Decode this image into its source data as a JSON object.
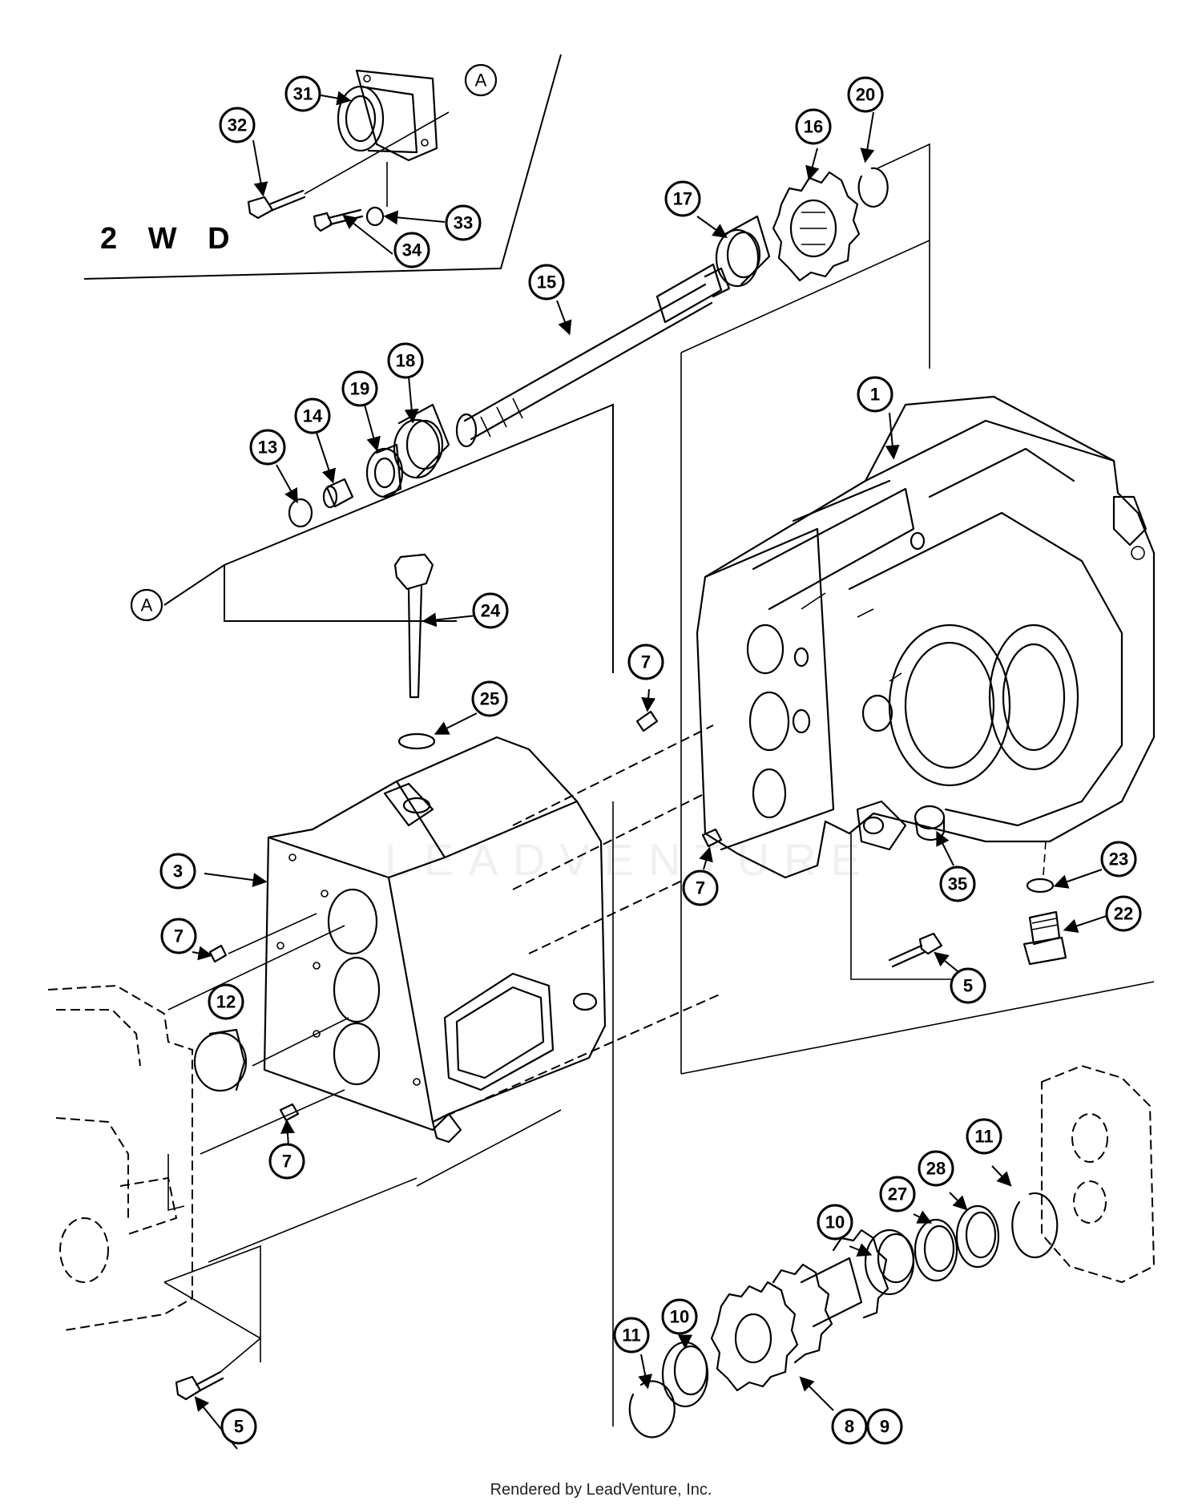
{
  "variant_label": "2 W D",
  "reference_letter": "A",
  "footer": "Rendered by LeadVenture, Inc.",
  "callouts": [
    {
      "id": "c31",
      "num": "31"
    },
    {
      "id": "c32",
      "num": "32"
    },
    {
      "id": "c33",
      "num": "33"
    },
    {
      "id": "c34",
      "num": "34"
    },
    {
      "id": "c20",
      "num": "20"
    },
    {
      "id": "c16",
      "num": "16"
    },
    {
      "id": "c17",
      "num": "17"
    },
    {
      "id": "c15",
      "num": "15"
    },
    {
      "id": "c18",
      "num": "18"
    },
    {
      "id": "c19",
      "num": "19"
    },
    {
      "id": "c14",
      "num": "14"
    },
    {
      "id": "c13",
      "num": "13"
    },
    {
      "id": "c1",
      "num": "1"
    },
    {
      "id": "c24",
      "num": "24"
    },
    {
      "id": "c25",
      "num": "25"
    },
    {
      "id": "c7a",
      "num": "7"
    },
    {
      "id": "c7b",
      "num": "7"
    },
    {
      "id": "c3",
      "num": "3"
    },
    {
      "id": "c7c",
      "num": "7"
    },
    {
      "id": "c12",
      "num": "12"
    },
    {
      "id": "c7d",
      "num": "7"
    },
    {
      "id": "c35",
      "num": "35"
    },
    {
      "id": "c23",
      "num": "23"
    },
    {
      "id": "c22",
      "num": "22"
    },
    {
      "id": "c5a",
      "num": "5"
    },
    {
      "id": "c5b",
      "num": "5"
    },
    {
      "id": "c11a",
      "num": "11"
    },
    {
      "id": "c28",
      "num": "28"
    },
    {
      "id": "c27",
      "num": "27"
    },
    {
      "id": "c10a",
      "num": "10"
    },
    {
      "id": "c10b",
      "num": "10"
    },
    {
      "id": "c11b",
      "num": "11"
    },
    {
      "id": "c8",
      "num": "8"
    },
    {
      "id": "c9",
      "num": "9"
    }
  ]
}
